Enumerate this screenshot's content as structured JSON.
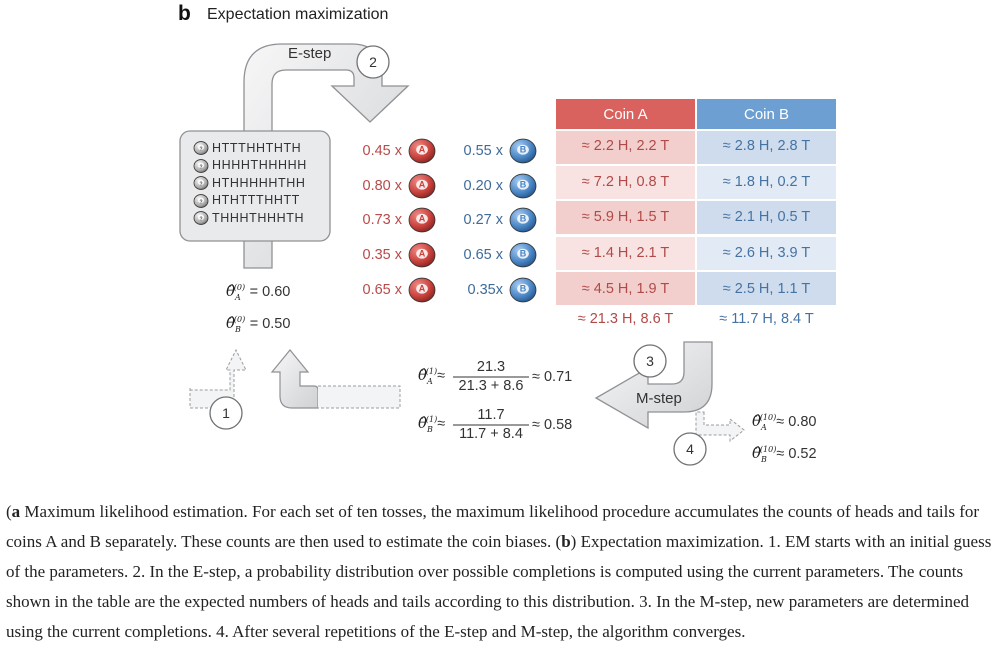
{
  "figure": {
    "label": "b",
    "title": "Expectation maximization"
  },
  "steps": {
    "e_step": "E-step",
    "m_step": "M-step",
    "numbers": [
      "1",
      "2",
      "3",
      "4"
    ]
  },
  "coin_glyphs": {
    "a": "A",
    "b": "B",
    "unknown": "?"
  },
  "tosses": [
    "HTTTHHTHTH",
    "HHHHTHHHHH",
    "HTHHHHHTHH",
    "HTHTTTHHTT",
    "THHHTHHHTH"
  ],
  "initial": {
    "theta_a": "= 0.60",
    "theta_b": "= 0.50",
    "superscript": "(0)",
    "sub_a": "A",
    "sub_b": "B"
  },
  "table": {
    "header_a": "Coin A",
    "header_b": "Coin B",
    "rows": [
      {
        "wa": "0.45 x",
        "wb": "0.55 x",
        "a": "≈ 2.2 H, 2.2 T",
        "b": "≈ 2.8 H, 2.8 T"
      },
      {
        "wa": "0.80 x",
        "wb": "0.20 x",
        "a": "≈ 7.2 H, 0.8 T",
        "b": "≈ 1.8 H, 0.2 T"
      },
      {
        "wa": "0.73 x",
        "wb": "0.27 x",
        "a": "≈ 5.9 H, 1.5 T",
        "b": "≈ 2.1 H, 0.5 T"
      },
      {
        "wa": "0.35 x",
        "wb": "0.65 x",
        "a": "≈ 1.4 H, 2.1 T",
        "b": "≈ 2.6 H, 3.9 T"
      },
      {
        "wa": "0.65 x",
        "wb": "0.35x",
        "a": "≈ 4.5 H, 1.9 T",
        "b": "≈ 2.5 H, 1.1 T"
      }
    ],
    "total_a": "≈ 21.3 H, 8.6 T",
    "total_b": "≈ 11.7 H, 8.4 T"
  },
  "update": {
    "superscript": "(1)",
    "a": {
      "approx": "≈",
      "numerator": "21.3",
      "denominator": "21.3 + 8.6",
      "result": "≈ 0.71"
    },
    "b": {
      "approx": "≈",
      "numerator": "11.7",
      "denominator": "11.7 + 8.4",
      "result": "≈ 0.58"
    }
  },
  "final": {
    "superscript": "(10)",
    "theta_a": "≈ 0.80",
    "theta_b": "≈ 0.52"
  },
  "caption": {
    "a_label": "a",
    "a_text": " Maximum likelihood estimation. For each set of ten tosses, the maximum likelihood procedure accumulates the counts of heads and tails for coins A and B separately. These counts are then used to estimate the coin biases. (",
    "b_label": "b",
    "b_text": ") Expectation maximization. 1. EM starts with an initial guess of the parameters. 2. In the E-step, a probability distribution over possible completions is computed using the current parameters. The counts shown in the table are the expected numbers of heads and tails according to this distribution. 3. In the M-step, new parameters are determined using the current completions. 4. After several repetitions of the E-step and M-step, the algorithm converges."
  },
  "colors": {
    "coin_a": "#c8413c",
    "coin_b": "#4a86c5",
    "header_a": "#d9625f",
    "header_b": "#6d9fd3",
    "row_a_dark": "#f2cfcd",
    "row_a_light": "#f8e3e2",
    "row_b_dark": "#cfdcee",
    "row_b_light": "#e1eaf5",
    "arrow_fill": "#e6e7e8"
  }
}
